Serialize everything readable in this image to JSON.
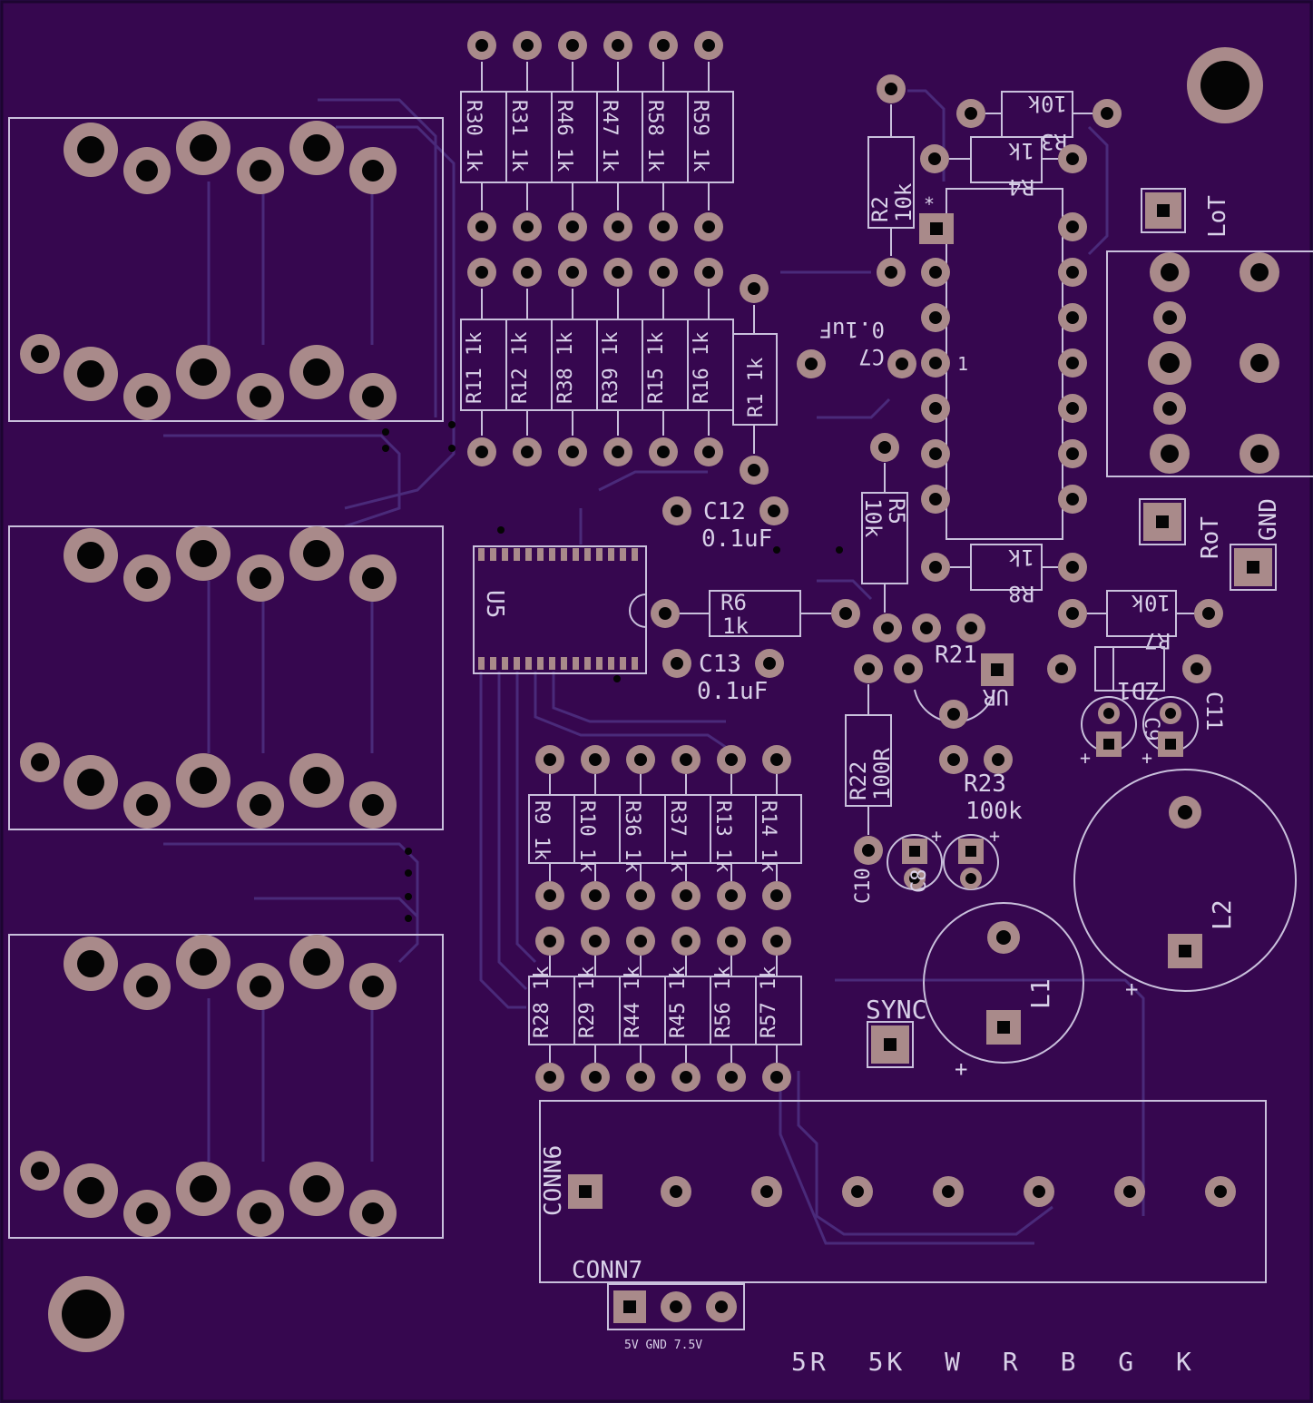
{
  "board": {
    "colors": {
      "substrate": "#36074f",
      "silkscreen": "#cfc6e0",
      "pad": "#a98a8a",
      "drill": "#050505",
      "trace": "#4a2a7a"
    },
    "resistor_arrays": [
      {
        "group": "top-1",
        "labels": [
          "R30 1k",
          "R31 1k",
          "R46 1k",
          "R47 1k",
          "R58 1k",
          "R59 1k"
        ]
      },
      {
        "group": "top-2",
        "labels": [
          "R11 1k",
          "R12 1k",
          "R38 1k",
          "R39 1k",
          "R15 1k",
          "R16 1k"
        ]
      },
      {
        "group": "mid-1",
        "labels": [
          "R9 1k",
          "R10 1k",
          "R36 1k",
          "R37 1k",
          "R13 1k",
          "R14 1k"
        ]
      },
      {
        "group": "mid-2",
        "labels": [
          "R28 1k",
          "R29 1k",
          "R44 1k",
          "R45 1k",
          "R56 1k",
          "R57 1k"
        ]
      }
    ],
    "components": [
      {
        "ref": "R1",
        "value": "1k"
      },
      {
        "ref": "R2",
        "value": "10k"
      },
      {
        "ref": "R3",
        "value": "10k"
      },
      {
        "ref": "R4",
        "value": "1k"
      },
      {
        "ref": "R5",
        "value": "10k"
      },
      {
        "ref": "R6",
        "value": "1k"
      },
      {
        "ref": "R7",
        "value": "10k"
      },
      {
        "ref": "R8",
        "value": "1k"
      },
      {
        "ref": "R21",
        "value": ""
      },
      {
        "ref": "R22",
        "value": "100R"
      },
      {
        "ref": "R23",
        "value": "100k"
      },
      {
        "ref": "C7",
        "value": "0.1uF"
      },
      {
        "ref": "C12",
        "value": "0.1uF"
      },
      {
        "ref": "C13",
        "value": "0.1uF"
      },
      {
        "ref": "C11",
        "value": ""
      },
      {
        "ref": "C9",
        "value": ""
      },
      {
        "ref": "C10",
        "value": ""
      },
      {
        "ref": "C8",
        "value": ""
      },
      {
        "ref": "U5",
        "value": ""
      },
      {
        "ref": "UR",
        "value": ""
      },
      {
        "ref": "ZD1",
        "value": ""
      },
      {
        "ref": "L1",
        "value": ""
      },
      {
        "ref": "L2",
        "value": ""
      }
    ],
    "labels": {
      "lot": "LoT",
      "rot": "RoT",
      "gnd": "GND",
      "sync": "SYNC",
      "conn6": "CONN6",
      "conn7": "CONN7",
      "conn7_pins": "5V GND 7.5V",
      "bottom_legend": "5R 5K W R B G K",
      "ic_pin1": "1",
      "ic_star": "*",
      "plus": "+"
    }
  }
}
